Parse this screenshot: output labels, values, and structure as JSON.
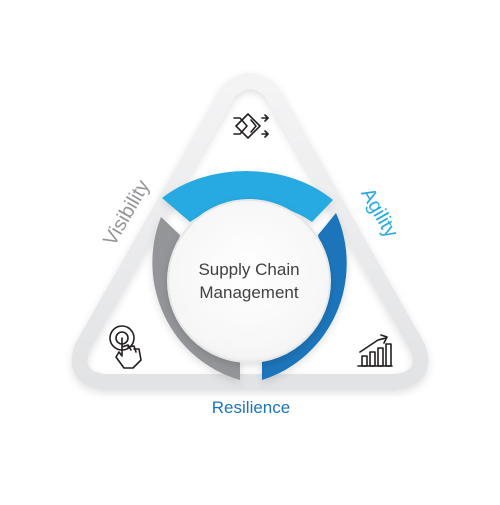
{
  "center": {
    "line1": "Supply Chain",
    "line2": "Management"
  },
  "labels": {
    "visibility": "Visibility",
    "agility": "Agility",
    "resilience": "Resilience"
  },
  "colors": {
    "agility_light_blue": "#27aae1",
    "agility_dark_blue": "#1b75bb",
    "visibility_gray": "#939598",
    "resilience_blue": "#1b75bb",
    "center_text": "#414042",
    "frame_gray": "#e9eaeb"
  },
  "icons": {
    "top": "flow-process-icon",
    "bottom_left": "touch-hand-icon",
    "bottom_right": "growth-bar-chart-icon"
  }
}
